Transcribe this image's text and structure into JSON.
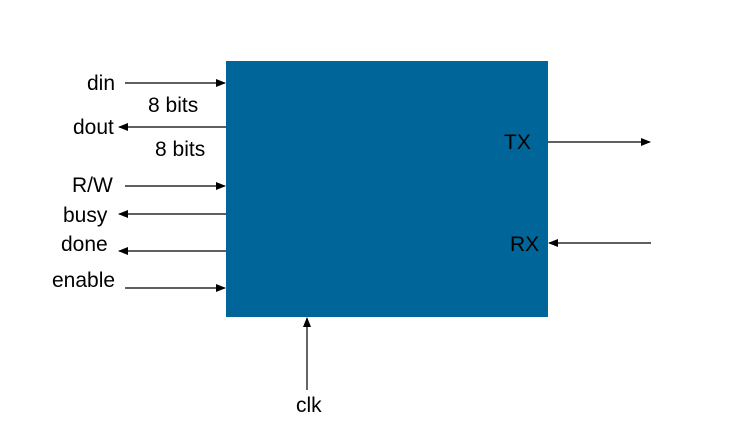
{
  "block": {
    "fill": "#006699",
    "outputs": {
      "tx": "TX"
    },
    "inputs": {
      "rx": "RX"
    }
  },
  "ports": {
    "din": "din",
    "din_width": "8 bits",
    "dout": "dout",
    "dout_width": "8 bits",
    "rw": "R/W",
    "busy": "busy",
    "done": "done",
    "enable": "enable",
    "clk": "clk"
  },
  "colors": {
    "line": "#000000",
    "text": "#000000",
    "background": "#ffffff"
  }
}
